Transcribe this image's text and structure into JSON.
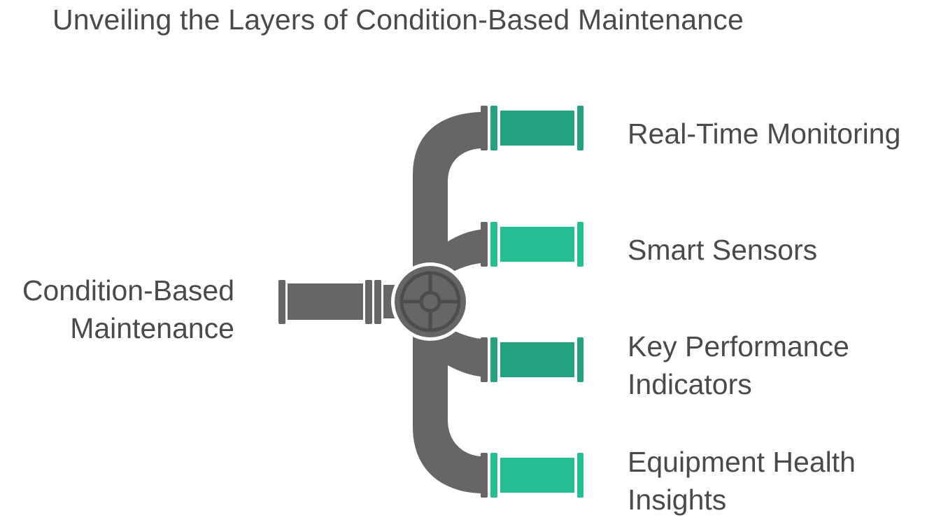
{
  "title": "Unveiling the Layers of Condition-Based Maintenance",
  "source": {
    "line1": "Condition-Based",
    "line2": "Maintenance"
  },
  "branches": [
    {
      "line1": "Real-Time Monitoring",
      "line2": "",
      "color": "#24a27f"
    },
    {
      "line1": "Smart Sensors",
      "line2": "",
      "color": "#26bf93"
    },
    {
      "line1": "Key Performance",
      "line2": "Indicators",
      "color": "#24a27f"
    },
    {
      "line1": "Equipment Health",
      "line2": "Insights",
      "color": "#26bf93"
    }
  ],
  "colors": {
    "pipe_gray": "#666666",
    "valve_dark": "#4d4d4d",
    "text": "#4a4a4a"
  },
  "icons": {
    "valve": "valve-wheel-icon"
  }
}
